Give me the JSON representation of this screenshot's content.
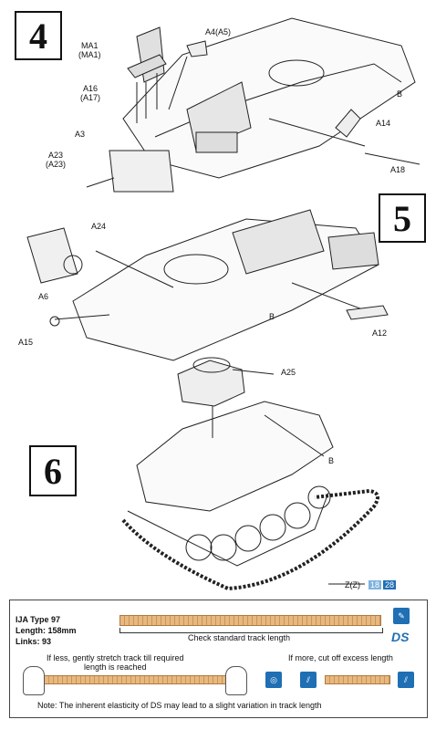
{
  "steps": [
    {
      "number": "4"
    },
    {
      "number": "5"
    },
    {
      "number": "6"
    }
  ],
  "parts_step4": {
    "ma1": "MA1",
    "ma1_alt": "(MA1)",
    "a4": "A4(A5)",
    "a16": "A16",
    "a16_alt": "(A17)",
    "a3": "A3",
    "a23": "A23",
    "a23_alt": "(A23)",
    "a14": "A14",
    "a18": "A18",
    "b": "B"
  },
  "parts_step5": {
    "a24": "A24",
    "a6": "A6",
    "a15": "A15",
    "a12": "A12",
    "b": "B"
  },
  "parts_step6": {
    "a25": "A25",
    "b": "B",
    "z": "Z(Z)",
    "track_badge_1": "18",
    "track_badge_2": "28"
  },
  "track_panel": {
    "model": "IJA Type 97",
    "length": "Length: 158mm",
    "links": "Links: 93",
    "check": "Check standard track length",
    "if_less": "If less, gently stretch track till required",
    "if_less2": "length is reached",
    "if_more": "If more, cut off excess length",
    "note": "Note: The inherent elasticity of DS may lead to a slight variation in track length",
    "ds_logo": "DS"
  }
}
